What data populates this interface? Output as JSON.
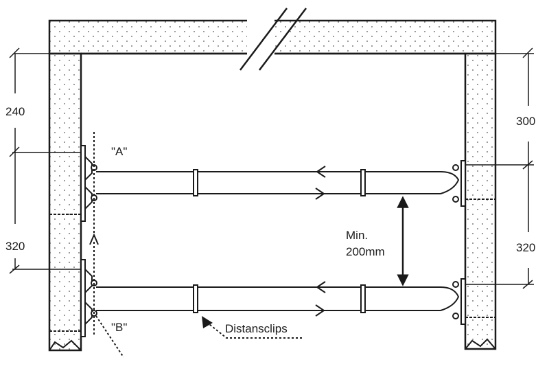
{
  "dimensions": {
    "left_top": "240",
    "left_bottom": "320",
    "right_top": "300",
    "right_bottom": "320"
  },
  "labels": {
    "detail_a": "\"A\"",
    "detail_b": "\"B\"",
    "min_line1": "Min.",
    "min_line2": "200mm",
    "distansclips": "Distansclips"
  },
  "colors": {
    "line": "#1a1a1a",
    "wall_fill": "#ffffff",
    "dots": "#555555"
  }
}
